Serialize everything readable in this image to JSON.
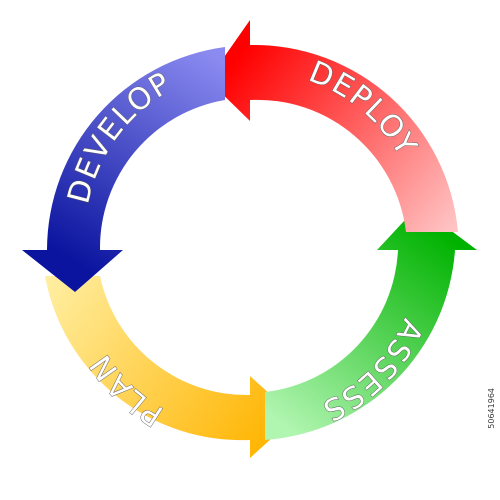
{
  "diagram": {
    "segments": [
      {
        "id": "develop",
        "label": "DEVELOP",
        "color_start": "#8a8af0",
        "color_end": "#0a149e"
      },
      {
        "id": "deploy",
        "label": "DEPLOY",
        "color_start": "#ff0000",
        "color_end": "#ffc3c3"
      },
      {
        "id": "assess",
        "label": "ASSESS",
        "color_start": "#00b200",
        "color_end": "#b0f5b0"
      },
      {
        "id": "plan",
        "label": "PLAN",
        "color_start": "#fff0a6",
        "color_end": "#ffb400"
      }
    ]
  },
  "watermark": {
    "stock_id": "50641964"
  }
}
